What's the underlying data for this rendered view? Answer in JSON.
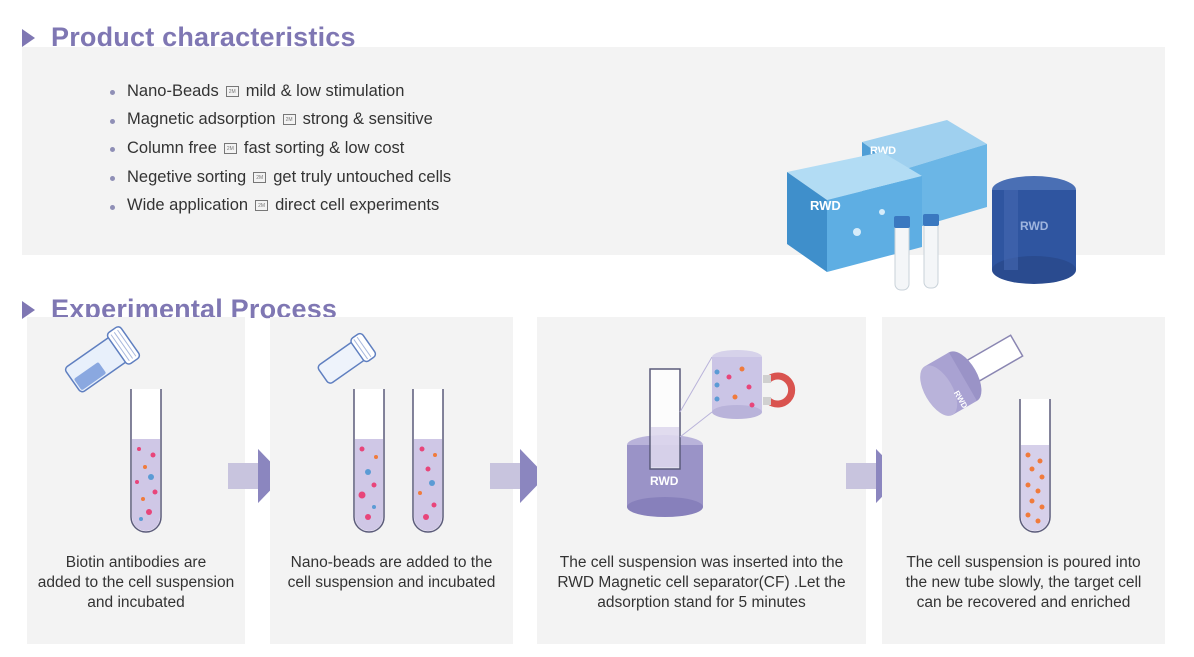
{
  "section1": {
    "title": "Product characteristics"
  },
  "features": [
    {
      "left": "Nano-Beads",
      "right": "mild & low stimulation"
    },
    {
      "left": "Magnetic adsorption",
      "right": "strong & sensitive"
    },
    {
      "left": "Column free",
      "right": "fast sorting & low cost"
    },
    {
      "left": "Negetive sorting",
      "right": "get truly untouched cells"
    },
    {
      "left": "Wide application",
      "right": "direct cell experiments"
    }
  ],
  "separator_glyph": "2M",
  "brand": "RWD",
  "section2": {
    "title": "Experimental Process"
  },
  "steps": [
    {
      "caption": "Biotin antibodies are\nadded to the cell suspension\nand incubated"
    },
    {
      "caption": "Nano-beads are added to the\ncell suspension and incubated"
    },
    {
      "caption": "The cell suspension  was inserted into the\nRWD Magnetic cell separator(CF)  .Let the\nadsorption stand for 5 minutes"
    },
    {
      "caption": "The cell suspension is poured into\nthe new tube slowly,  the target cell\ncan be recovered and enriched"
    }
  ],
  "colors": {
    "accent": "#7f77b3",
    "panel": "#f3f3f3",
    "box_blue": "#5aa8dc",
    "magnet_red": "#d9534f"
  }
}
